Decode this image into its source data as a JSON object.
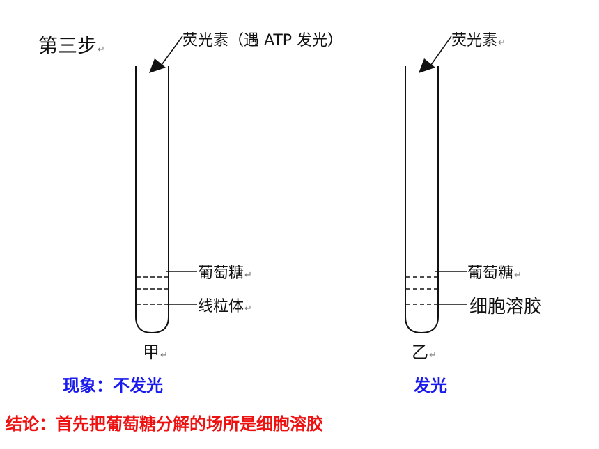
{
  "step_label": "第三步",
  "return_mark": "↵",
  "tube_a": {
    "top_label": "荧光素（遇 ATP 发光）",
    "layer_upper": "葡萄糖",
    "layer_lower": "线粒体",
    "name": "甲",
    "phenomenon": "现象：不发光"
  },
  "tube_b": {
    "top_label": "荧光素",
    "layer_upper": "葡萄糖",
    "layer_lower": "细胞溶胶",
    "name": "乙",
    "phenomenon": "发光"
  },
  "conclusion": "结论：首先把葡萄糖分解的场所是细胞溶胶",
  "colors": {
    "phenomenon": "#1a1aee",
    "conclusion": "#ee1111",
    "lines": "#111111"
  }
}
